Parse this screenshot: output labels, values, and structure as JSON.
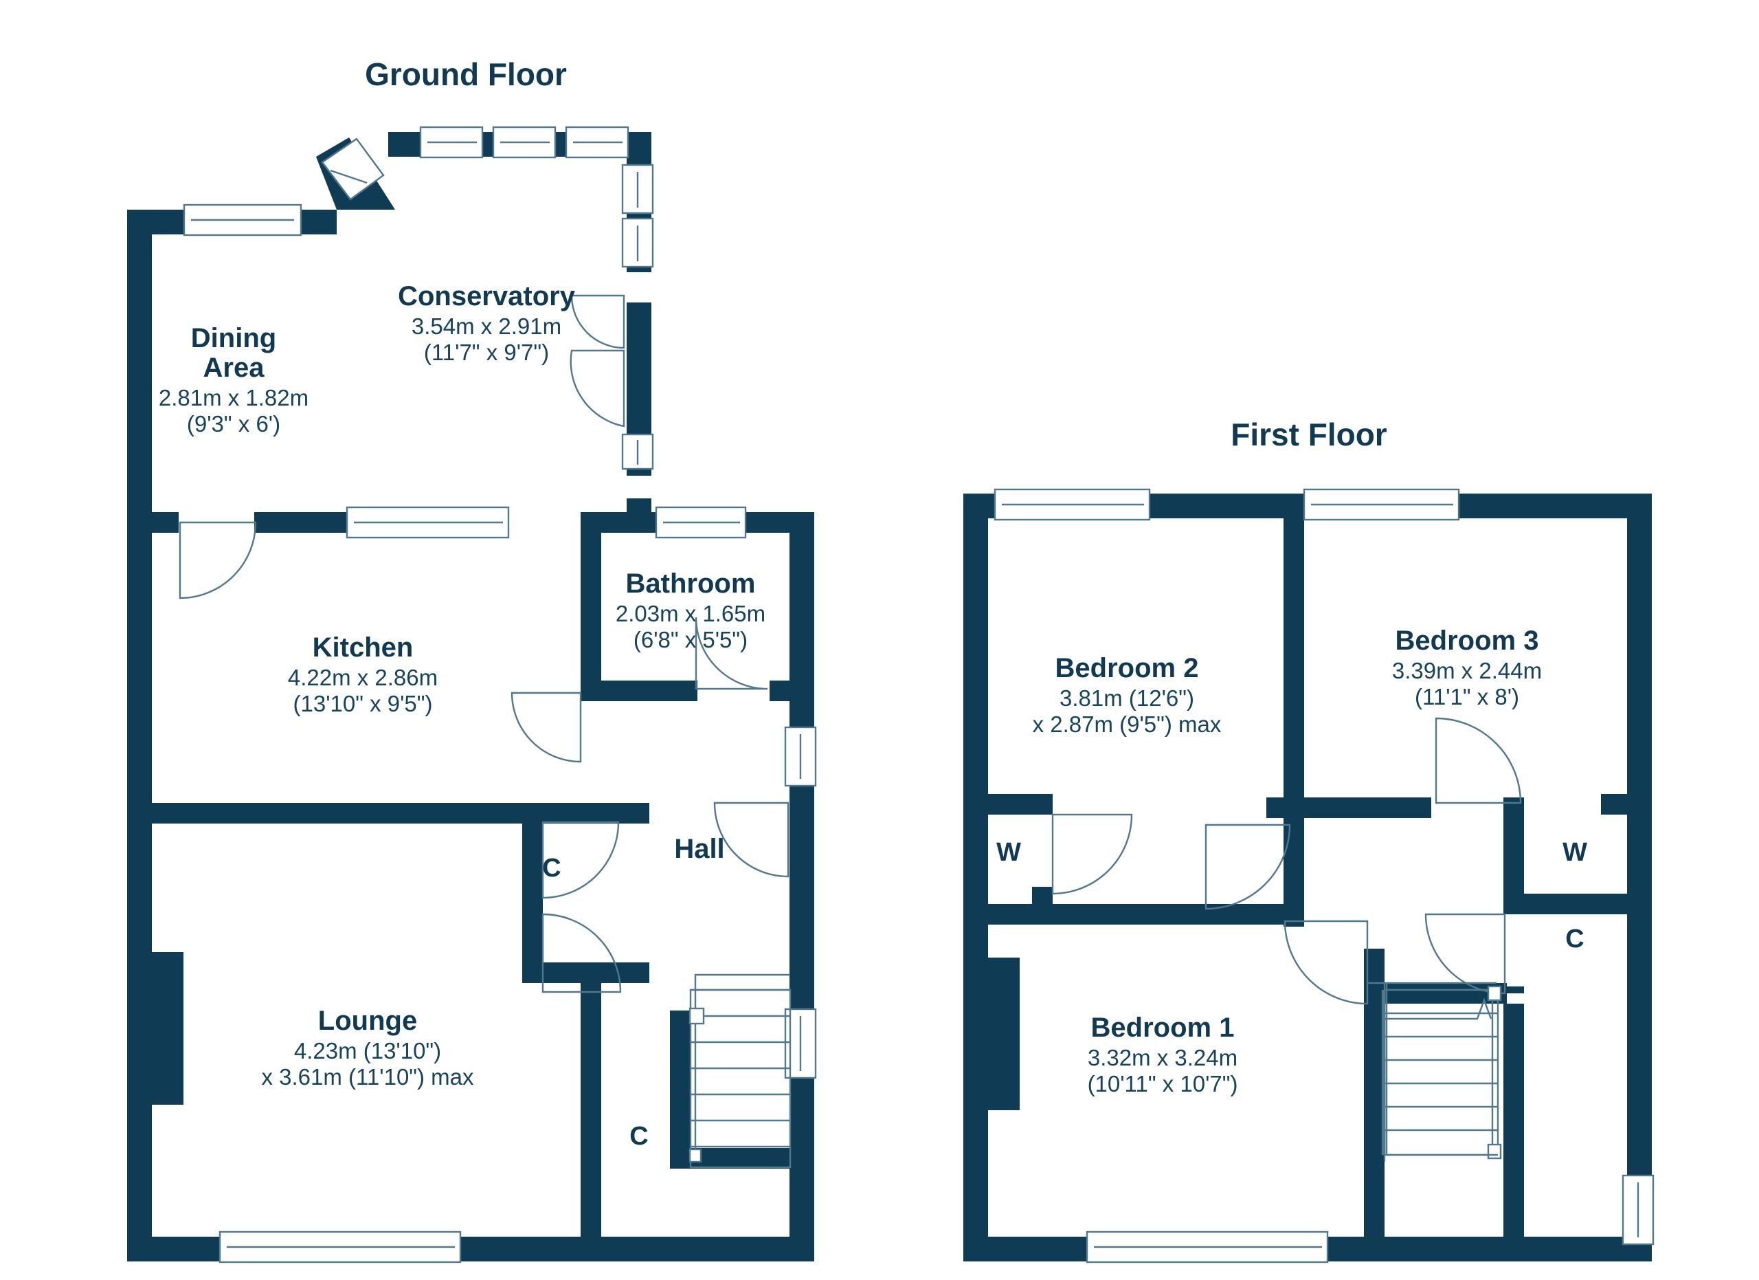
{
  "document": {
    "type": "floor-plan",
    "colors": {
      "wall": "#0f3b54",
      "text": "#113952",
      "line": "#51788d",
      "background": "#ffffff"
    }
  },
  "floors": [
    {
      "id": "ground",
      "title": "Ground Floor",
      "rooms": [
        {
          "id": "conservatory",
          "name": "Conservatory",
          "metric": "3.54m x 2.91m",
          "imperial": "(11'7\" x 9'7\")"
        },
        {
          "id": "dining-area",
          "name_line1": "Dining",
          "name_line2": "Area",
          "metric": "2.81m x 1.82m",
          "imperial": "(9'3\" x 6')"
        },
        {
          "id": "kitchen",
          "name": "Kitchen",
          "metric": "4.22m x 2.86m",
          "imperial": "(13'10\" x 9'5\")"
        },
        {
          "id": "bathroom",
          "name": "Bathroom",
          "metric": "2.03m x 1.65m",
          "imperial": "(6'8\" x 5'5\")"
        },
        {
          "id": "lounge",
          "name": "Lounge",
          "metric": "4.23m (13'10\")",
          "imperial": "x 3.61m (11'10\") max"
        },
        {
          "id": "hall",
          "name": "Hall",
          "metric": "",
          "imperial": ""
        }
      ],
      "markers": [
        {
          "id": "cupboard-hall",
          "label": "C"
        },
        {
          "id": "cupboard-stairs",
          "label": "C"
        }
      ]
    },
    {
      "id": "first",
      "title": "First Floor",
      "rooms": [
        {
          "id": "bedroom-2",
          "name": "Bedroom 2",
          "metric": "3.81m (12'6\")",
          "imperial": "x 2.87m (9'5\") max"
        },
        {
          "id": "bedroom-3",
          "name": "Bedroom 3",
          "metric": "3.39m x 2.44m",
          "imperial": "(11'1\" x 8')"
        },
        {
          "id": "bedroom-1",
          "name": "Bedroom 1",
          "metric": "3.32m x 3.24m",
          "imperial": "(10'11\" x 10'7\")"
        }
      ],
      "markers": [
        {
          "id": "wardrobe-left",
          "label": "W"
        },
        {
          "id": "wardrobe-right",
          "label": "W"
        },
        {
          "id": "cupboard-landing",
          "label": "C"
        }
      ]
    }
  ]
}
